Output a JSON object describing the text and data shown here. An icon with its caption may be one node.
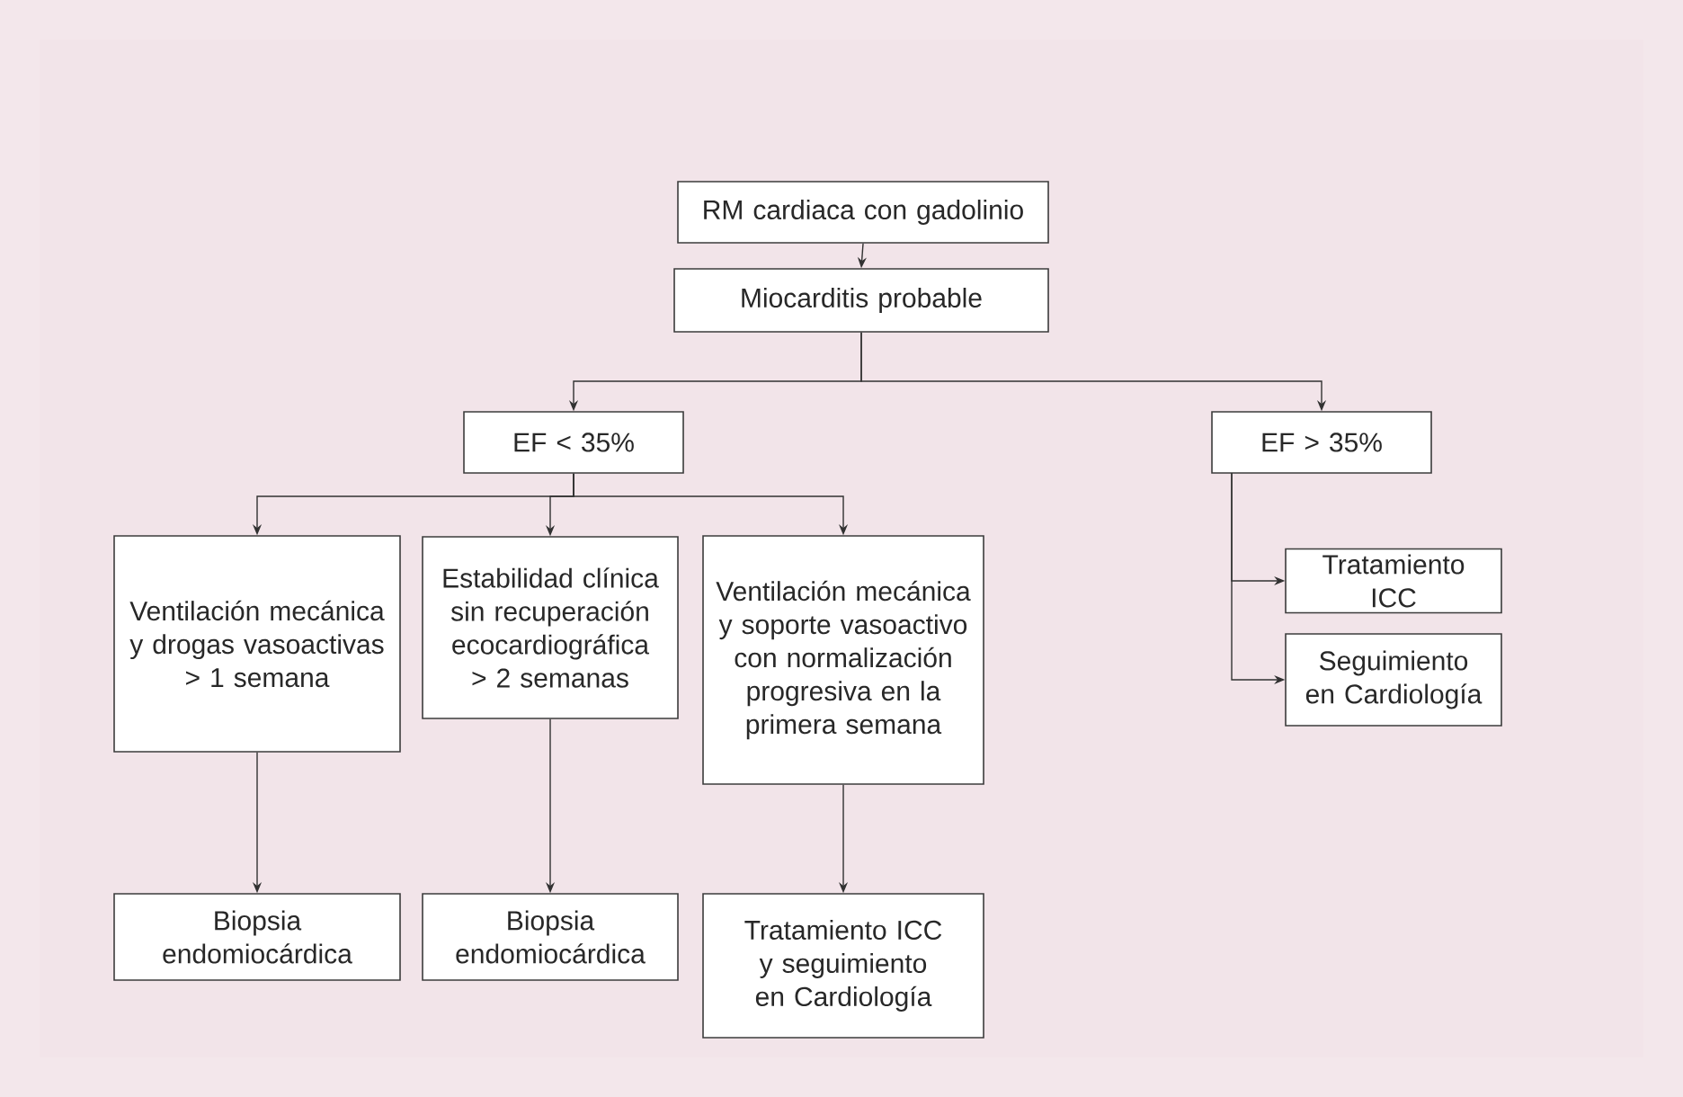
{
  "diagram": {
    "nodes": [
      {
        "text": [
          "RM cardiaca con gadolinio"
        ]
      },
      {
        "text": [
          "Miocarditis probable"
        ]
      },
      {
        "text": [
          "EF < 35%"
        ]
      },
      {
        "text": [
          "EF > 35%"
        ]
      },
      {
        "text": [
          "Ventilación mecánica y drogas vasoactivas > 1 semana"
        ]
      },
      {
        "text": [
          "Estabilidad clínica sin recuperación ecocardiográfica > 2 semanas"
        ]
      },
      {
        "text": [
          "Ventilación mecánica y soporte vasoactivo con normalización progresiva en la primera semana"
        ]
      },
      {
        "text": [
          "Tratamiento ICC"
        ]
      },
      {
        "text": [
          "Seguimiento en Cardiología"
        ]
      },
      {
        "text": [
          "Biopsia endomiocárdica"
        ]
      },
      {
        "text": [
          "Biopsia endomiocárdica"
        ]
      },
      {
        "text": [
          "Tratamiento ICC y seguimiento en Cardiología"
        ]
      }
    ],
    "edges": [
      {
        "from": 0,
        "to": 1,
        "arrow": "to"
      },
      {
        "from": 1,
        "to": 2,
        "arrow": "to"
      },
      {
        "from": 1,
        "to": 3,
        "arrow": "to"
      },
      {
        "from": 2,
        "to": 4,
        "arrow": "to"
      },
      {
        "from": 2,
        "to": 5,
        "arrow": "to"
      },
      {
        "from": 2,
        "to": 6,
        "arrow": "to"
      },
      {
        "from": 3,
        "to": 7,
        "arrow": "to"
      },
      {
        "from": 3,
        "to": 8,
        "arrow": "to"
      },
      {
        "from": 4,
        "to": 9,
        "arrow": "to"
      },
      {
        "from": 5,
        "to": 10,
        "arrow": "to"
      },
      {
        "from": 6,
        "to": 11,
        "arrow": "to"
      }
    ]
  }
}
